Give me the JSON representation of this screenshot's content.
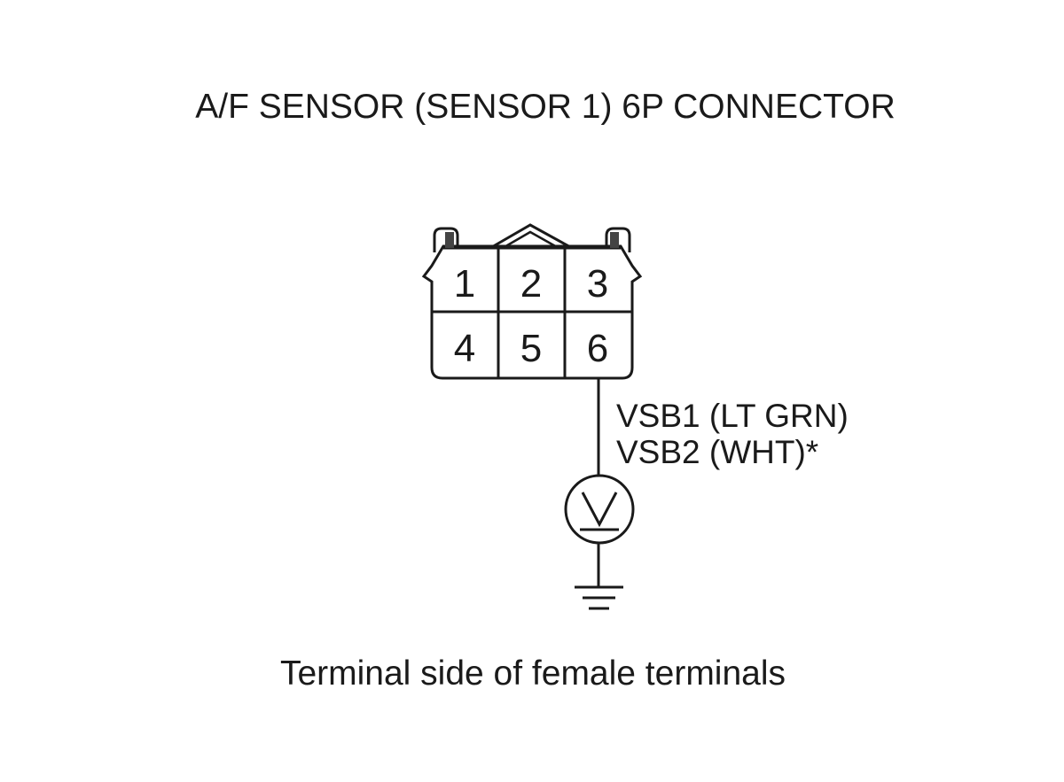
{
  "title": "A/F SENSOR (SENSOR 1) 6P CONNECTOR",
  "connector": {
    "pins_top": [
      "1",
      "2",
      "3"
    ],
    "pins_bottom": [
      "4",
      "5",
      "6"
    ]
  },
  "wire_labels": [
    "VSB1 (LT GRN)",
    "VSB2 (WHT)*"
  ],
  "meter": {
    "symbol": "V",
    "icon": "voltmeter-icon"
  },
  "ground": {
    "icon": "ground-icon"
  },
  "caption": "Terminal side of female terminals"
}
